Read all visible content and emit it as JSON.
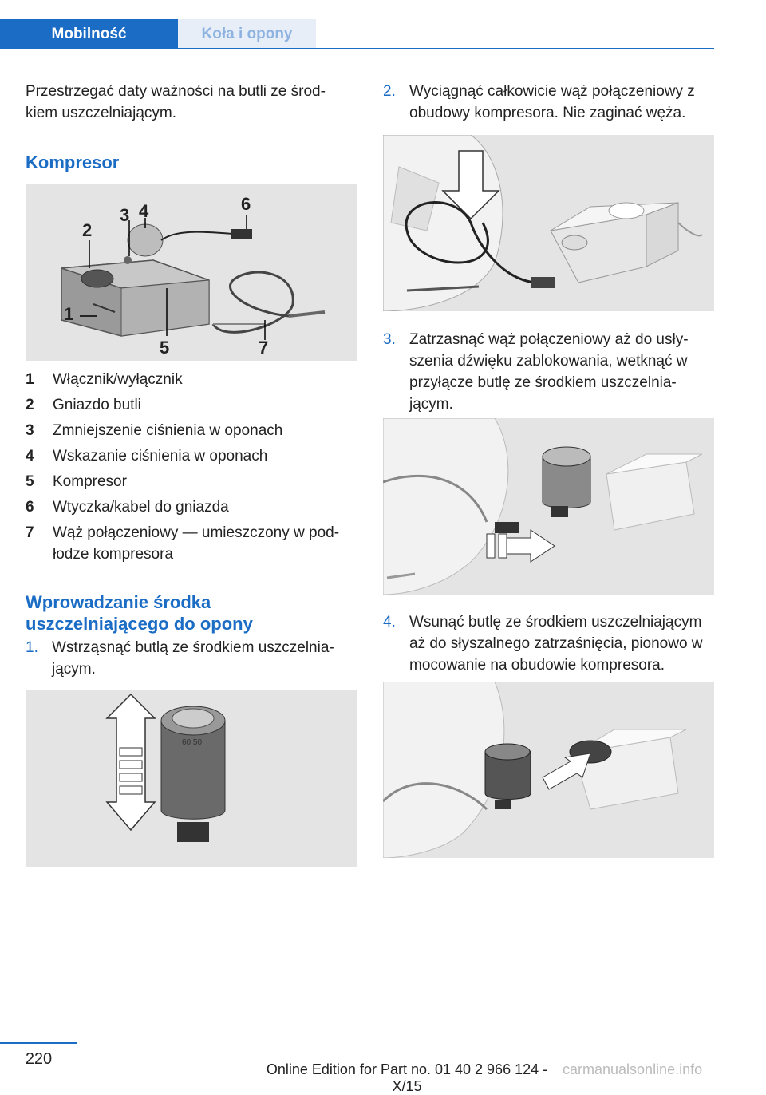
{
  "header": {
    "tab_active": "Mobilność",
    "tab_inactive": "Koła i opony"
  },
  "intro": "Przestrzegać daty ważności na butli ze środ-kiem uszczelniającym.",
  "section1": {
    "heading": "Kompresor",
    "callouts": [
      "1",
      "2",
      "3",
      "4",
      "5",
      "6",
      "7"
    ],
    "legend": [
      {
        "num": "1",
        "text": "Włącznik/wyłącznik"
      },
      {
        "num": "2",
        "text": "Gniazdo butli"
      },
      {
        "num": "3",
        "text": "Zmniejszenie ciśnienia w oponach"
      },
      {
        "num": "4",
        "text": "Wskazanie ciśnienia w oponach"
      },
      {
        "num": "5",
        "text": "Kompresor"
      },
      {
        "num": "6",
        "text": "Wtyczka/kabel do gniazda"
      },
      {
        "num": "7",
        "text": "Wąż połączeniowy — umieszczony w pod-łodze kompresora"
      }
    ]
  },
  "section2": {
    "heading": "Wprowadzanie środka uszczelniającego do opony",
    "steps": [
      {
        "num": "1.",
        "text": "Wstrząsnąć butlą ze środkiem uszczelnia-jącym."
      },
      {
        "num": "2.",
        "text": "Wyciągnąć całkowicie wąż połączeniowy z obudowy kompresora. Nie zaginać węża."
      },
      {
        "num": "3.",
        "text": "Zatrzasnąć wąż połączeniowy aż do usły-szenia dźwięku zablokowania, wetknąć w przyłącze butlę ze środkiem uszczelnia-jącym."
      },
      {
        "num": "4.",
        "text": "Wsunąć butlę ze środkiem uszczelniającym aż do słyszalnego zatrzaśnięcia, pionowo w mocowanie na obudowie kompresora."
      }
    ],
    "bottle_label": "60 50"
  },
  "footer": {
    "page_number": "220",
    "edition": "Online Edition for Part no. 01 40 2 966 124 - X/15",
    "watermark": "carmanualsonline.info"
  },
  "colors": {
    "accent": "#1a6cc4",
    "figure_bg": "#e4e4e4"
  }
}
